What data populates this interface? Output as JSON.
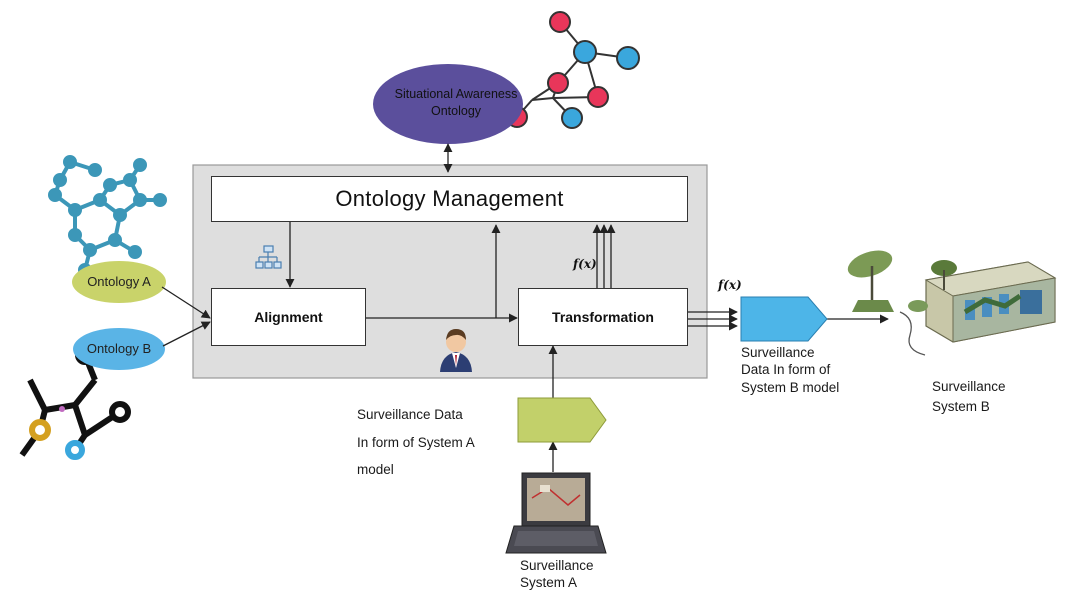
{
  "title": "Ontology Management",
  "nodes": {
    "situational_awareness": "Situational Awareness Ontology",
    "alignment": "Alignment",
    "transformation": "Transformation",
    "ontology_a": "Ontology A",
    "ontology_b": "Ontology B"
  },
  "labels": {
    "surv_data_a_line1": "Surveillance Data",
    "surv_data_a_line2": "In form of System A",
    "surv_data_a_line3": "model",
    "surv_data_b_line1": "Surveillance",
    "surv_data_b_line2": "Data In form of",
    "surv_data_b_line3": "System B model",
    "surv_sys_a_line1": "Surveillance",
    "surv_sys_a_line2": "System A",
    "surv_sys_b_line1": "Surveillance",
    "surv_sys_b_line2": "System B",
    "func_upper": "f(x)",
    "func_right": "f(x)"
  },
  "colors": {
    "container_fill": "#dedede",
    "situational_fill": "#5b4f9c",
    "ontology_a_fill": "#c9d36a",
    "ontology_b_fill": "#5ab4e6",
    "data_a_arrow": "#c2d06a",
    "data_b_arrow": "#4db5e8",
    "node_red": "#e8365a",
    "node_blue": "#3aa7dd",
    "molecule_teal": "#3c97b8"
  },
  "icons": [
    "org-chart-icon",
    "person-icon",
    "laptop-icon",
    "satellite-station-icon",
    "molecule-icon",
    "network-graph-icon"
  ]
}
